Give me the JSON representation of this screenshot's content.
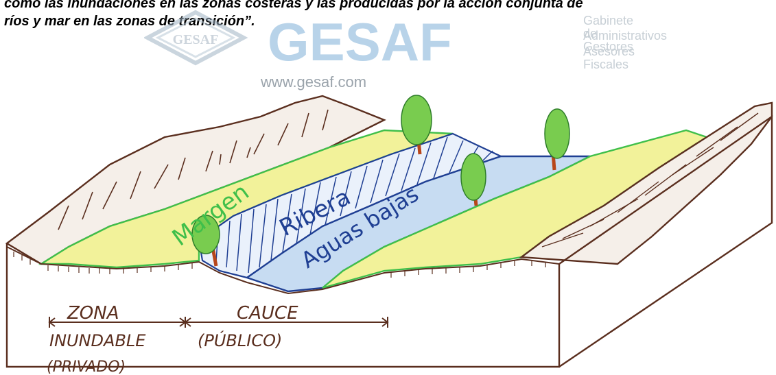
{
  "intro": {
    "line1": "como las inundaciones en las zonas costeras y las producidas por la acción conjunta de",
    "line2": "ríos y mar en las zonas de transición”."
  },
  "watermark": {
    "logo_small": "GESAF",
    "logo_big": "GESAF",
    "sub1": "Gabinete de Gestores",
    "sub2": "Administrativos",
    "sub3": "Asesores Fiscales",
    "url": "www.gesaf.com"
  },
  "diagram": {
    "labels": {
      "margen": "Margen",
      "ribera": "Ribera",
      "aguas_bajas": "Aguas bajas",
      "zona": "ZONA",
      "inundable": "INUNDABLE",
      "privado": "(PRIVADO)",
      "cauce": "CAUCE",
      "publico": "(PÚBLICO)"
    },
    "colors": {
      "ink_brown": "#5a2e1e",
      "ink_blue": "#1f3f93",
      "grass_green": "#3fbf4a",
      "grass_yellow": "#f2f29a",
      "water_blue": "#c7dcf2",
      "tree_green": "#79cc4f",
      "trunk": "#b8461a"
    }
  }
}
